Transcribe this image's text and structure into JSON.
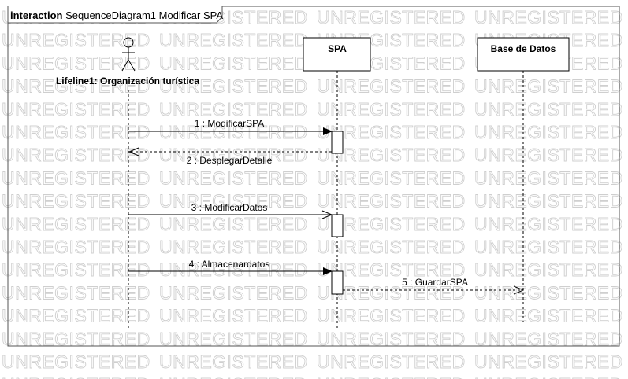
{
  "watermark": {
    "text": "UNREGISTERED"
  },
  "frame": {
    "keyword": "interaction",
    "name": "SequenceDiagram1 Modificar SPA"
  },
  "lifelines": [
    {
      "id": "actor",
      "label": "Lifeline1: Organización turística",
      "kind": "actor"
    },
    {
      "id": "spa",
      "label": "SPA",
      "kind": "box"
    },
    {
      "id": "db",
      "label": "Base de Datos",
      "kind": "box"
    }
  ],
  "messages": [
    {
      "label": "1 : ModificarSPA",
      "from": "actor",
      "to": "spa",
      "style": "sync"
    },
    {
      "label": "2 : DesplegarDetalle",
      "from": "spa",
      "to": "actor",
      "style": "return"
    },
    {
      "label": "3 : ModificarDatos",
      "from": "actor",
      "to": "spa",
      "style": "async"
    },
    {
      "label": "4 : Almacenardatos",
      "from": "actor",
      "to": "spa",
      "style": "sync"
    },
    {
      "label": "5 : GuardarSPA",
      "from": "spa",
      "to": "db",
      "style": "return"
    }
  ]
}
